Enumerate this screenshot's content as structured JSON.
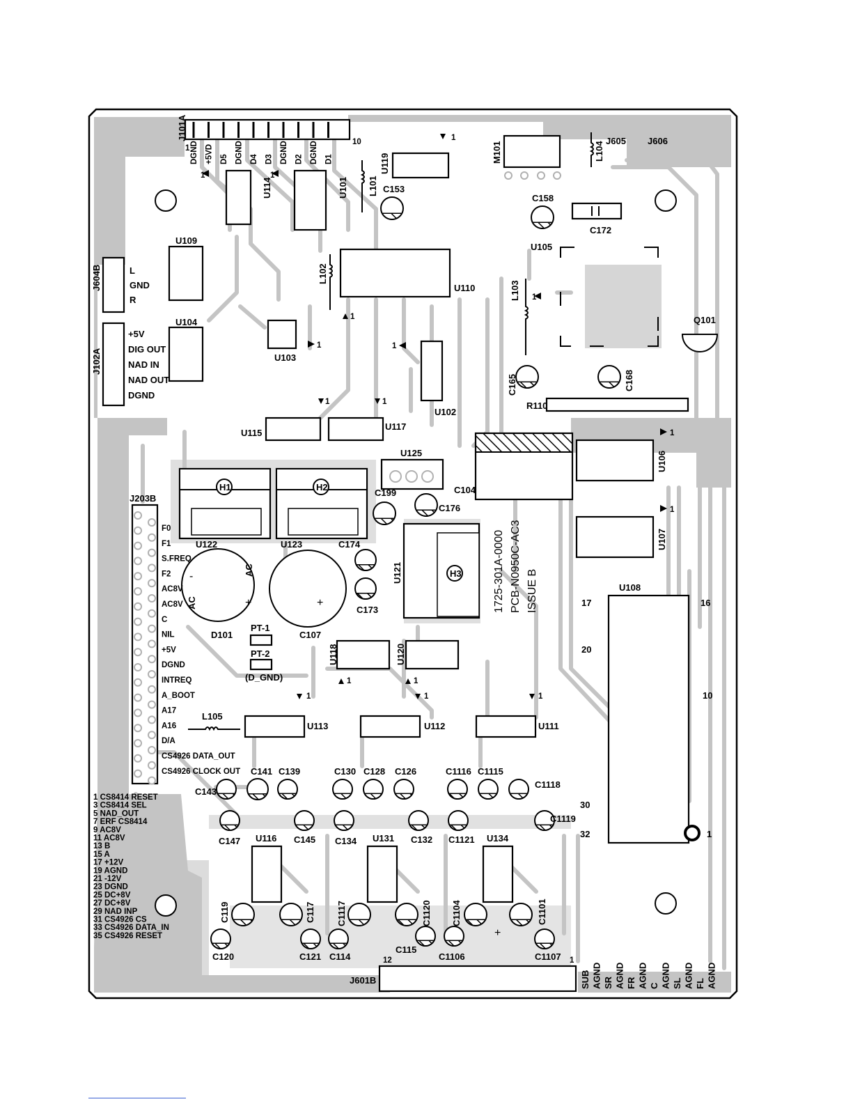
{
  "labels": {
    "J101A": "J101A",
    "pin1_J101": "1",
    "pin10_J101": "10",
    "J101_pins": [
      "DGND",
      "+5VD",
      "D5",
      "DGND",
      "D4",
      "D3",
      "DGND",
      "D2",
      "DGND",
      "D1"
    ],
    "U114": "U114",
    "U101": "U101",
    "U119": "U119",
    "L101": "L101",
    "C153": "C153",
    "M101": "M101",
    "L104": "L104",
    "J605": "J605",
    "J606": "J606",
    "C158": "C158",
    "C172": "C172",
    "U109": "U109",
    "J604B": "J604B",
    "J604_pins": [
      "L",
      "GND",
      "R"
    ],
    "L102": "L102",
    "U110": "U110",
    "U105": "U105",
    "L103": "L103",
    "Q101": "Q101",
    "U104": "U104",
    "J102A": "J102A",
    "J102_pins": [
      "+5V",
      "DIG OUT",
      "NAD IN",
      "NAD OUT",
      "DGND"
    ],
    "U103": "U103",
    "U102": "U102",
    "C165": "C165",
    "C168": "C168",
    "R110": "R110",
    "U115": "U115",
    "U117": "U117",
    "U125": "U125",
    "C104": "C104",
    "U106": "U106",
    "H1": "H1",
    "H2": "H2",
    "H3": "H3",
    "C199": "C199",
    "C176": "C176",
    "U107": "U107",
    "J203B": "J203B",
    "J203_pins": [
      "F0",
      "F1",
      "S.FREQ",
      "F2",
      "AC8V",
      "AC8V",
      "C",
      "NIL",
      "+5V",
      "DGND",
      "INTREQ",
      "A_BOOT",
      "A17",
      "A16",
      "D/A",
      "CS4926 DATA_OUT",
      "CS4926 CLOCK OUT"
    ],
    "U122": "U122",
    "U123": "U123",
    "C174": "C174",
    "U121": "U121",
    "C173": "C173",
    "pcb_line1": "1725-301A-0000",
    "pcb_line2": "PCB-N0950C-AC3",
    "pcb_line3": "ISSUE B",
    "U108": "U108",
    "u108_17": "17",
    "u108_16": "16",
    "u108_20": "20",
    "u108_10": "10",
    "u108_30": "30",
    "u108_32": "32",
    "u108_1": "1",
    "D101": "D101",
    "C107": "C107",
    "PT1": "PT-1",
    "PT2": "PT-2",
    "DGND_paren": "(D_GND)",
    "ac": "AC",
    "plus": "+",
    "minus": "-",
    "U118": "U118",
    "U120": "U120",
    "L105": "L105",
    "U113": "U113",
    "U112": "U112",
    "U111": "U111",
    "C143": "C143",
    "C141": "C141",
    "C139": "C139",
    "C130": "C130",
    "C128": "C128",
    "C126": "C126",
    "C1116": "C1116",
    "C1115": "C1115",
    "C1118": "C1118",
    "C147": "C147",
    "C145": "C145",
    "C134": "C134",
    "C132": "C132",
    "C1121": "C1121",
    "C1119": "C1119",
    "U116": "U116",
    "U131": "U131",
    "U134": "U134",
    "C119": "C119",
    "C117": "C117",
    "C1117": "C1117",
    "C1120": "C1120",
    "C1104": "C1104",
    "C1101": "C1101",
    "C120": "C120",
    "C121": "C121",
    "C114": "C114",
    "C115": "C115",
    "C1106": "C1106",
    "C1107": "C1107",
    "J601B": "J601B",
    "pin12_J601": "12",
    "pin1_J601": "1",
    "J601_pins": [
      "SUB",
      "AGND",
      "SR",
      "AGND",
      "FR",
      "AGND",
      "C",
      "AGND",
      "SL",
      "AGND",
      "FL",
      "AGND"
    ],
    "legend": [
      "1 CS8414 RESET",
      "3 CS8414 SEL",
      "5 NAD_OUT",
      "7 ERF CS8414",
      "9 AC8V",
      "11 AC8V",
      "13 B",
      "15 A",
      "17 +12V",
      "19 AGND",
      "21 -12V",
      "23 DGND",
      "25 DC+8V",
      "27 DC+8V",
      "29 NAD INP",
      "31 CS4926 CS",
      "33 CS4926 DATA_IN",
      "35 CS4926 RESET"
    ],
    "one": "1"
  },
  "colors": {
    "copper": "#c4c4c4",
    "silkscreen": "#000000",
    "board_edge": "#000000",
    "background": "#ffffff"
  }
}
